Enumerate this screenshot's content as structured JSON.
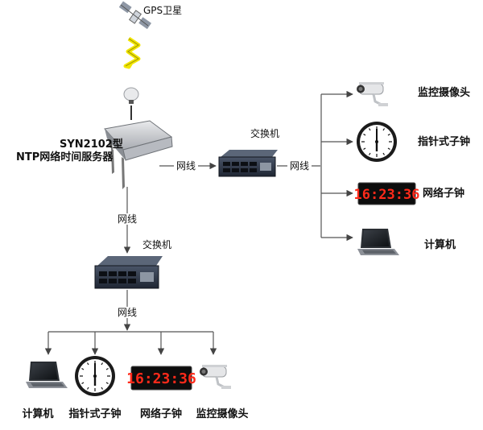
{
  "satellite": {
    "label": "GPS卫星"
  },
  "server": {
    "model": "SYN2102型",
    "name": "NTP网络时间服务器"
  },
  "switch_right": {
    "label": "交换机"
  },
  "switch_bottom": {
    "label": "交换机"
  },
  "cable_labels": {
    "server_to_right_switch": "网线",
    "right_switch_to_devices": "网线",
    "server_to_bottom_switch": "网线",
    "bottom_switch_to_devices": "网线"
  },
  "right_devices": [
    {
      "label": "监控摄像头"
    },
    {
      "label": "指针式子钟"
    },
    {
      "label": "网络子钟"
    },
    {
      "label": "计算机"
    }
  ],
  "bottom_devices": [
    {
      "label": "计算机"
    },
    {
      "label": "指针式子钟"
    },
    {
      "label": "网络子钟"
    },
    {
      "label": "监控摄像头"
    }
  ],
  "digital_clock_display": "16:23:36",
  "colors": {
    "lightning": "#f2e600",
    "led": "#ff2a1a",
    "switch_body": "#2b3444"
  }
}
